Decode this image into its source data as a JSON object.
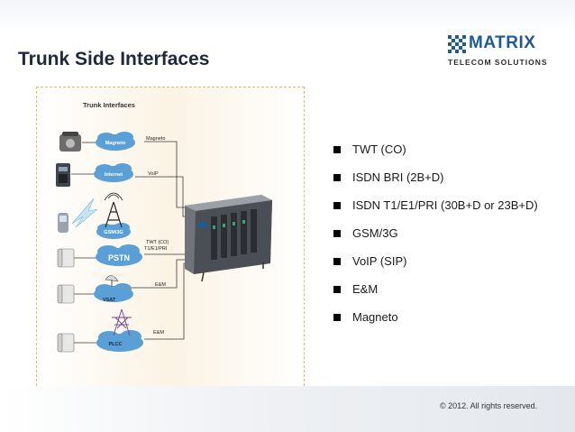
{
  "slide": {
    "title": "Trunk Side Interfaces",
    "copyright": "© 2012. All rights reserved."
  },
  "logo": {
    "name": "MATRIX",
    "subtitle": "TELECOM SOLUTIONS"
  },
  "diagram": {
    "panel_title": "Trunk Interfaces",
    "clouds": [
      "Magneto",
      "Internet",
      "GSM/3G",
      "PSTN",
      "VSAT",
      "PLCC"
    ],
    "links": [
      "Magneto",
      "VoIP",
      "TWT (CO)",
      "T1/E1/PRI",
      "E&M",
      "E&M"
    ]
  },
  "bullets": [
    "TWT (CO)",
    "ISDN BRI (2B+D)",
    "ISDN T1/E1/PRI (30B+D or 23B+D)",
    "GSM/3G",
    "VoIP (SIP)",
    "E&M",
    "Magneto"
  ],
  "colors": {
    "title": "#1e2a3c",
    "logo_blue": "#1f5a98",
    "cloud": "#5aa0d6",
    "link_line": "#3a3a3a",
    "panel_border": "#e3b96a"
  }
}
